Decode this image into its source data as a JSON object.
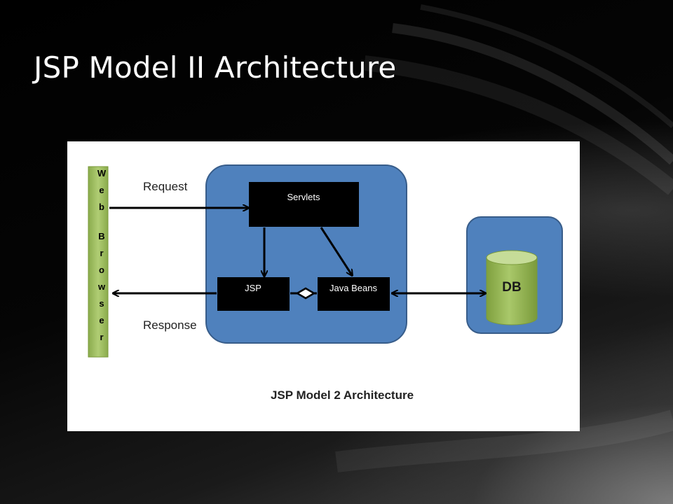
{
  "slide": {
    "title": "JSP Model II Architecture"
  },
  "diagram": {
    "browser_letters": [
      "W",
      "e",
      "b",
      "",
      "B",
      "r",
      "o",
      "w",
      "s",
      "e",
      "r"
    ],
    "request_label": "Request",
    "response_label": "Response",
    "servlets_label": "Servlets",
    "jsp_label": "JSP",
    "java_beans_label": "Java Beans",
    "db_label": "DB",
    "caption": "JSP Model 2 Architecture"
  },
  "colors": {
    "container_blue": "#4f81bd",
    "container_border": "#385d8a",
    "browser_green": "#9bbb59",
    "db_green": "#9bbb59",
    "box_black": "#000000"
  }
}
